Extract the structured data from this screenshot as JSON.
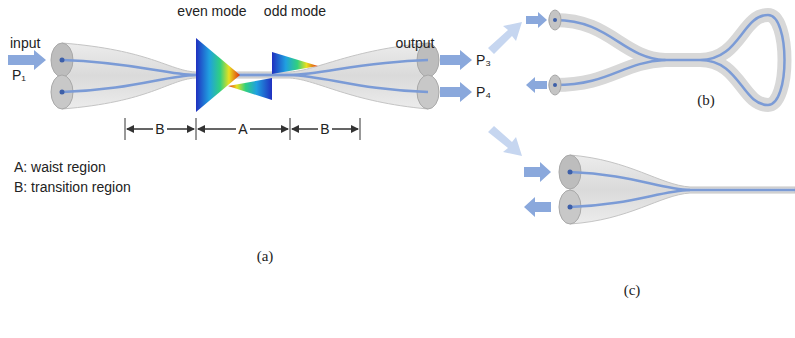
{
  "diagram": {
    "labels": [
      "input",
      "P₁",
      "even mode",
      "odd mode",
      "output",
      "P₃",
      "P₄",
      "B",
      "A",
      "B",
      "A: waist region",
      "B: transition region",
      "(a)",
      "(b)",
      "(c)"
    ]
  }
}
